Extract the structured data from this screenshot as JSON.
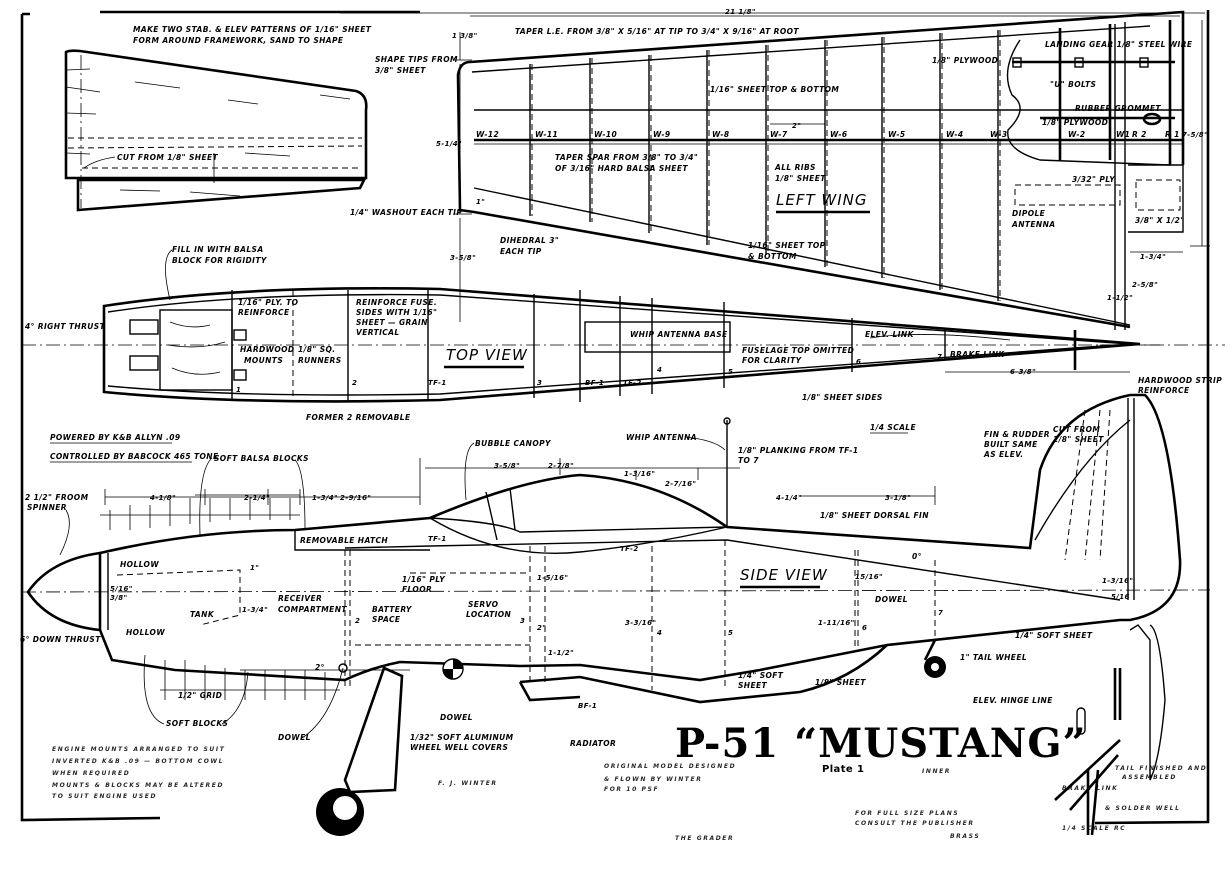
{
  "drawing": {
    "title": "P-51 “MUSTANG”",
    "plate": "Plate 1",
    "scale": "1/4 SCALE",
    "views": {
      "left_wing": "LEFT WING",
      "top_view": "TOP VIEW",
      "side_view": "SIDE VIEW"
    }
  },
  "stabilizer": {
    "note_line1": "MAKE TWO STAB. & ELEV PATTERNS OF 1/16\" SHEET",
    "note_line2": "FORM AROUND FRAMEWORK, SAND TO SHAPE",
    "cut_note": "CUT FROM 1/8\" SHEET"
  },
  "wing": {
    "span_dim": "21 1/8\"",
    "tip_note_line1": "SHAPE TIPS FROM",
    "tip_note_line2": "3/8\" SHEET",
    "taper_le": "TAPER L.E. FROM 3/8\" X 5/16\" AT TIP TO 3/4\" X 9/16\" AT ROOT",
    "sheet_top_bottom": "1/16\" SHEET TOP & BOTTOM",
    "spar_line1": "TAPER SPAR FROM 3/8\" TO 3/4\"",
    "spar_line2": "OF 3/16\" HARD BALSA SHEET",
    "ribs_line1": "ALL RIBS",
    "ribs_line2": "1/8\" SHEET",
    "sheet2_line1": "1/16\" SHEET TOP",
    "sheet2_line2": "& BOTTOM",
    "dihedral_line1": "DIHEDRAL 3\"",
    "dihedral_line2": "EACH TIP",
    "washout": "1/4\" WASHOUT EACH TIP",
    "rib_spacing": "2\"",
    "ribs": [
      "W-12",
      "W-11",
      "W-10",
      "W-9",
      "W-8",
      "W-7",
      "W-6",
      "W-5",
      "W-4",
      "W-3",
      "W-2",
      "W1",
      "R 2",
      "R 1"
    ],
    "dims": {
      "tip_offset": "1 3/8\"",
      "chord_tip": "5-1/4\"",
      "tip_rise": "1\"",
      "dihedral_height": "3-5/8\"",
      "root_chord": "7-5/8\"",
      "root_width": "1-3/4\"",
      "root_b": "2-5/8\"",
      "root_c": "1-1/2\""
    },
    "landing_gear": "LANDING GEAR 1/8\" STEEL WIRE",
    "ply1": "1/8\" PLYWOOD",
    "ubolts": "\"U\" BOLTS",
    "grommet": "RUBBER GROMMET",
    "ply2": "1/8\" PLYWOOD",
    "ply3": "3/32\" PLY",
    "dipole_line1": "DIPOLE",
    "dipole_line2": "ANTENNA",
    "block": "3/8\" X 1/2\""
  },
  "top_view": {
    "fill_line1": "FILL IN WITH BALSA",
    "fill_line2": "BLOCK FOR RIGIDITY",
    "right_thrust": "4° RIGHT THRUST",
    "ply_line1": "1/16\" PLY. TO",
    "ply_line2": "REINFORCE",
    "hardwood_line1": "HARDWOOD",
    "hardwood_line2": "MOUNTS",
    "runners_line1": "1/8\" SQ.",
    "runners_line2": "RUNNERS",
    "reinf_line1": "REINFORCE FUSE.",
    "reinf_line2": "SIDES WITH 1/16\"",
    "reinf_line3": "SHEET — GRAIN",
    "reinf_line4": "VERTICAL",
    "former_removable": "FORMER 2 REMOVABLE",
    "whip_base": "WHIP ANTENNA BASE",
    "fuse_top_line1": "FUSELAGE TOP OMITTED",
    "fuse_top_line2": "FOR CLARITY",
    "elev_link": "ELEV. LINK",
    "brake_link": "BRAKE LINK",
    "sheet_sides": "1/8\" SHEET SIDES",
    "tail_dim": "6-3/8\"",
    "formers": [
      "1",
      "2",
      "TF-1",
      "3",
      "BF-1",
      "TF-2",
      "4",
      "5",
      "6",
      "7"
    ]
  },
  "side_view": {
    "powered": "POWERED BY K&B ALLYN .09",
    "controlled": "CONTROLLED BY BABCOCK 465 TONE",
    "soft_blocks_top": "SOFT BALSA BLOCKS",
    "spinner_line1": "2 1/2\" FROOM",
    "spinner_line2": "SPINNER",
    "down_thrust": "6° DOWN THRUST",
    "hollow1": "HOLLOW",
    "hollow2": "HOLLOW",
    "tank": "TANK",
    "receiver_line1": "RECEIVER",
    "receiver_line2": "COMPARTMENT",
    "battery_line1": "BATTERY",
    "battery_line2": "SPACE",
    "ply_floor_line1": "1/16\" PLY",
    "ply_floor_line2": "FLOOR",
    "servo_line1": "SERVO",
    "servo_line2": "LOCATION",
    "hatch": "REMOVABLE HATCH",
    "canopy": "BUBBLE CANOPY",
    "whip": "WHIP ANTENNA",
    "planking_line1": "1/8\" PLANKING FROM TF-1",
    "planking_line2": "TO 7",
    "dorsal": "1/8\" SHEET DORSAL FIN",
    "grid": "1/2\" GRID",
    "soft_blocks_bottom": "SOFT BLOCKS",
    "dowel1": "DOWEL",
    "dowel2": "DOWEL",
    "dowel3": "DOWEL",
    "wheel_cover_line1": "1/32\" SOFT ALUMINUM",
    "wheel_cover_line2": "WHEEL WELL COVERS",
    "radiator": "RADIATOR",
    "soft_sheet_line1": "1/4\" SOFT",
    "soft_sheet_line2": "SHEET",
    "sheet_18": "1/8\" SHEET",
    "soft_sheet_tail": "1/4\" SOFT SHEET",
    "tail_wheel": "1\" TAIL WHEEL",
    "hinge_line": "ELEV. HINGE LINE",
    "fin_line1": "FIN & RUDDER",
    "fin_line2": "BUILT SAME",
    "fin_line3": "AS ELEV.",
    "fin_cut_line1": "CUT FROM",
    "fin_cut_line2": "1/8\" SHEET",
    "hardwood_strip_line1": "HARDWOOD STRIP",
    "hardwood_strip_line2": "REINFORCE",
    "incidence_wing": "2°",
    "incidence_tail": "0°",
    "dims_top": [
      "4-1/8\"",
      "2-1/4\"",
      "1-3/4\"",
      "2-9/16\"",
      "3-5/8\"",
      "2-7/8\"",
      "1-3/16\"",
      "2-7/16\"",
      "4-1/4\"",
      "3-1/8\""
    ],
    "dims_vert": {
      "nose_a": "5/16\"",
      "nose_b": "3/8\"",
      "nose_c": "1\"",
      "nose_d": "1-3/4\"",
      "mid_a": "1-5/16\"",
      "mid_b": "2\"",
      "mid_c": "1-1/2\"",
      "mid_d": "3-3/16\"",
      "aft_a": "15/16\"",
      "aft_b": "1-11/16\"",
      "tail_a": "1-3/16\"",
      "tail_b": "5/16"
    },
    "formers": [
      "TF-1",
      "TF-2",
      "2",
      "3",
      "4",
      "5",
      "6",
      "7",
      "BF-1"
    ]
  },
  "notes": {
    "engine_line1": "ENGINE MOUNTS ARRANGED TO SUIT",
    "engine_line2": "INVERTED K&B .09 — BOTTOM COWL",
    "engine_line3": "WHEN REQUIRED",
    "engine_line4": "MOUNTS & BLOCKS MAY BE ALTERED",
    "engine_line5": "TO SUIT ENGINE USED",
    "designer": "F. J. WINTER",
    "original_line1": "ORIGINAL MODEL DESIGNED",
    "original_line2": "& FLOWN BY WINTER",
    "original_line3": "FOR 10 PSF",
    "center_bottom": "THE GRADER",
    "plate_side": "INNER",
    "misc_line1": "FOR FULL SIZE PLANS",
    "misc_line2": "CONSULT THE PUBLISHER",
    "brake_line1": "BRAKE LINK",
    "brake_line3": "& SOLDER WELL",
    "tail_note_line1": "TAIL FINISHED AND",
    "tail_note_line2": "ASSEMBLED",
    "scale_bottom": "1/4 SCALE RC",
    "brass": "BRASS"
  }
}
